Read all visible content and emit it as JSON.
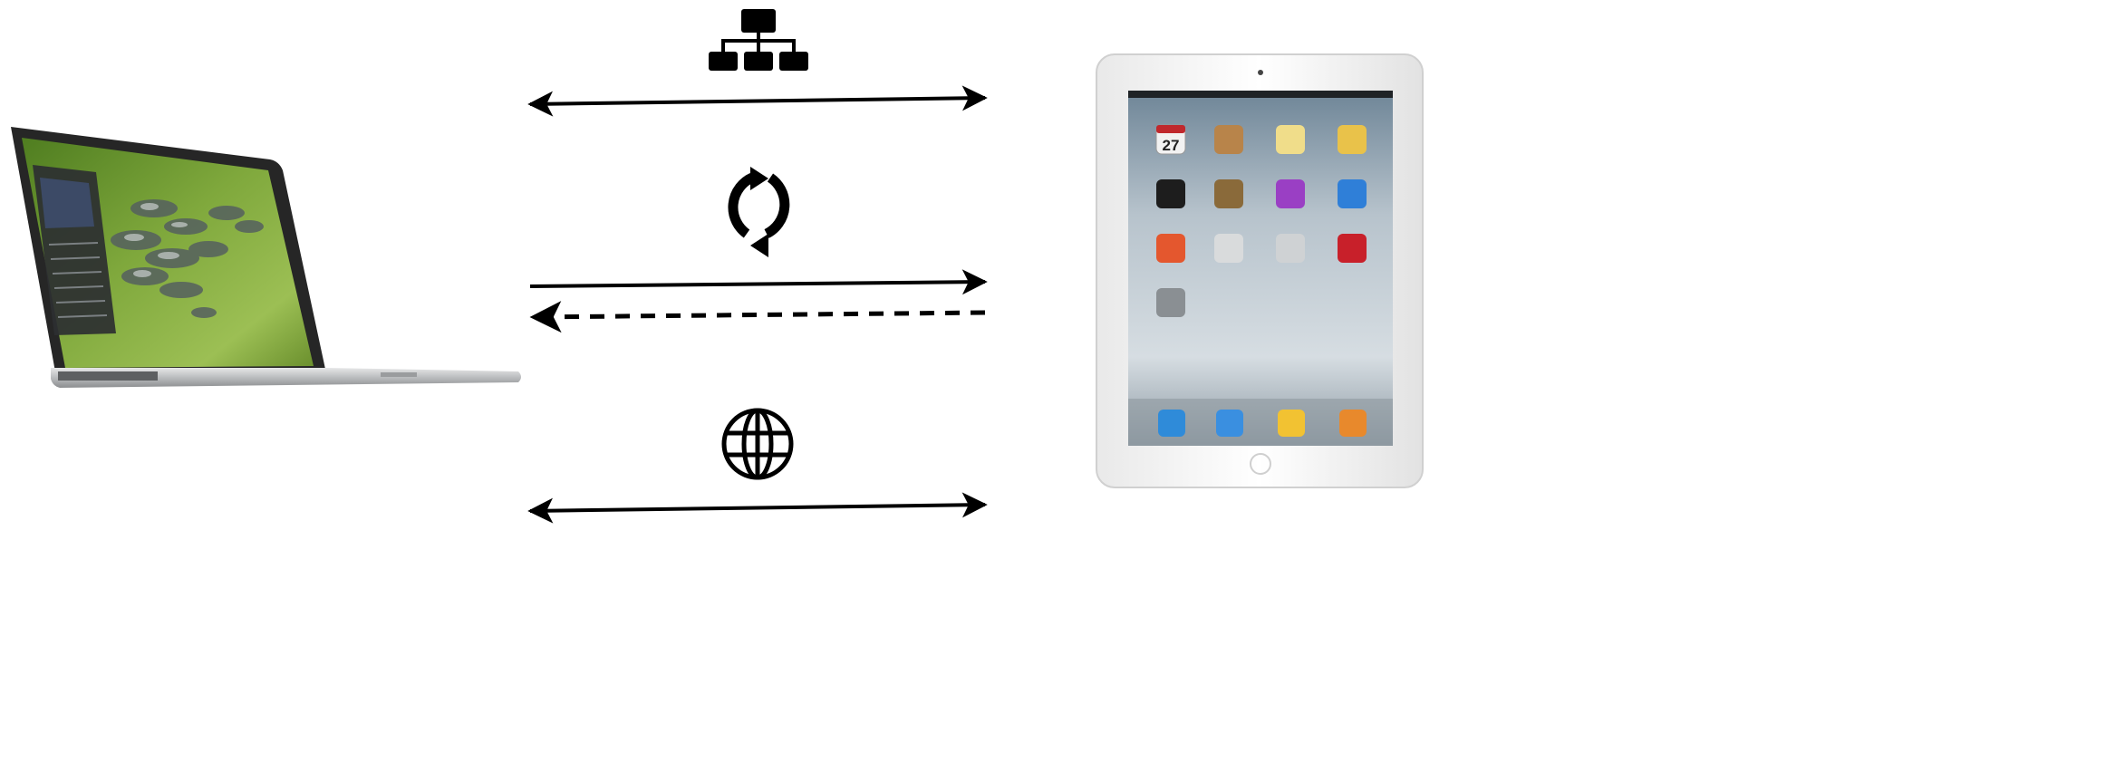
{
  "devices": {
    "left": {
      "name": "laptop",
      "icon": "laptop-icon"
    },
    "right": {
      "name": "tablet",
      "icon": "tablet-icon",
      "calendar_day": "27"
    }
  },
  "connections": [
    {
      "id": "network",
      "icon": "network-hierarchy-icon",
      "arrow": "bidirectional-solid"
    },
    {
      "id": "sync",
      "icon": "sync-icon",
      "arrow": "forward-solid-and-back-dashed"
    },
    {
      "id": "internet",
      "icon": "globe-icon",
      "arrow": "bidirectional-solid"
    }
  ],
  "colors": {
    "ink": "#000000",
    "laptop_body": "#c9cbcd",
    "laptop_bezel": "#1b1b1b",
    "grass": "#6f9a35",
    "tablet_frame": "#f4f4f4",
    "tablet_screen": "#9aa7b2"
  }
}
